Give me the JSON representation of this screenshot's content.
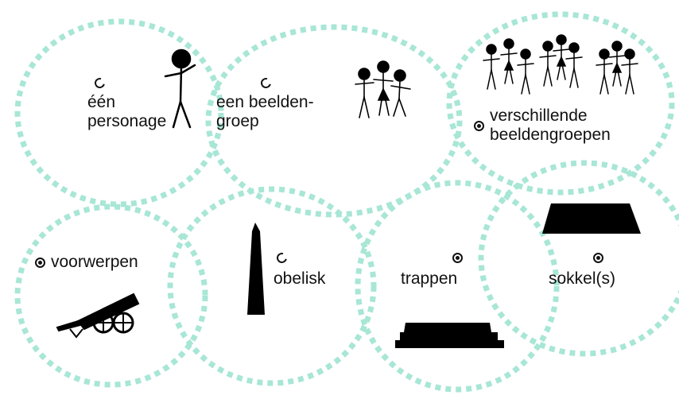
{
  "accent_color": "#a8e6d6",
  "options": [
    {
      "id": "een-personage",
      "label": "één\npersonage",
      "checked": false,
      "icon": "single-figure-icon"
    },
    {
      "id": "een-beeldengroep",
      "label": "een beelden-\n  groep",
      "checked": false,
      "icon": "figure-group-icon"
    },
    {
      "id": "verschillende-beeldengroepen",
      "label": "verschillende\nbeeldengroepen",
      "checked": true,
      "icon": "multiple-groups-icon"
    },
    {
      "id": "voorwerpen",
      "label": "voorwerpen",
      "checked": true,
      "icon": "cannon-icon"
    },
    {
      "id": "obelisk",
      "label": "obelisk",
      "checked": false,
      "icon": "obelisk-icon"
    },
    {
      "id": "trappen",
      "label": "trappen",
      "checked": true,
      "icon": "stairs-icon"
    },
    {
      "id": "sokkels",
      "label": "sokkel(s)",
      "checked": true,
      "icon": "pedestal-icon"
    }
  ]
}
